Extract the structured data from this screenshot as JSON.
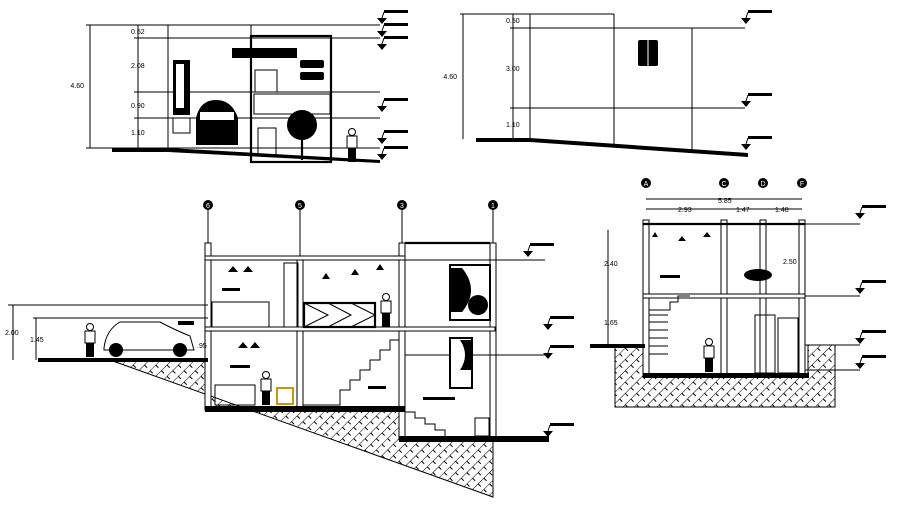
{
  "drawing": {
    "type": "architectural section/elevation sheet",
    "background": "#ffffff",
    "line_color": "#000000",
    "accent_color": "#c8960c"
  },
  "front_elevation": {
    "total_height": "4.60",
    "dims": [
      "0.52",
      "2.08",
      "0.90",
      "1.10"
    ],
    "level_markers": 6
  },
  "side_elevation": {
    "total_height": "4.60",
    "dims": [
      "0.50",
      "3.00",
      "1.10"
    ],
    "level_markers": 3
  },
  "longitudinal_section": {
    "axes": [
      "6",
      "5",
      "3",
      "1"
    ],
    "street_dims": {
      "total": "2.00",
      "car_level": "1.45",
      "step": ".95"
    },
    "level_markers": 4
  },
  "cross_section": {
    "axes": [
      "A",
      "C",
      "D",
      "F"
    ],
    "total_width": "5.85",
    "bays": [
      "2.93",
      "1.47",
      "1.48"
    ],
    "height_upper": "2.40",
    "height_lower": "1.65",
    "inner_height": "2.50",
    "level_markers": 4
  }
}
